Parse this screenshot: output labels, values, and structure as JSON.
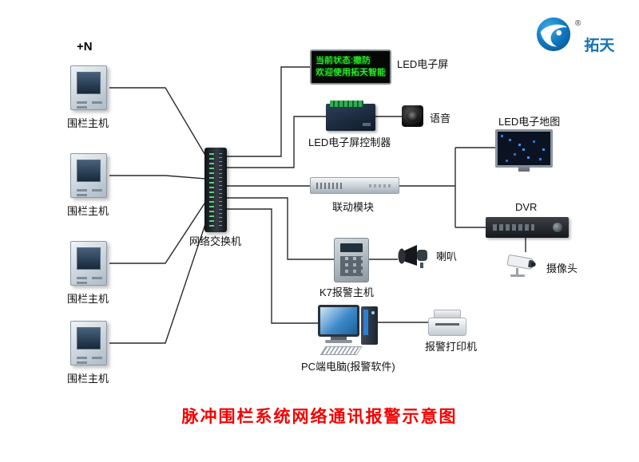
{
  "title": "脉冲围栏系统网络通讯报警示意图",
  "plus_n": "+N",
  "logo": {
    "brand": "拓天",
    "reg": "®"
  },
  "nodes": {
    "fence_hosts": [
      {
        "label": "围栏主机"
      },
      {
        "label": "围栏主机"
      },
      {
        "label": "围栏主机"
      },
      {
        "label": "围栏主机"
      }
    ],
    "switch": {
      "label": "网络交换机"
    },
    "led_screen": {
      "label": "LED电子屏",
      "line1": "当前状态:撤防",
      "line2": "欢迎使用拓天智能"
    },
    "led_controller": {
      "label": "LED电子屏控制器"
    },
    "voice": {
      "label": "语音"
    },
    "linkage": {
      "label": "联动模块"
    },
    "led_map": {
      "label": "LED电子地图"
    },
    "dvr": {
      "label": "DVR"
    },
    "camera": {
      "label": "摄像头"
    },
    "k7": {
      "label": "K7报警主机"
    },
    "horn": {
      "label": "喇叭"
    },
    "pc": {
      "label": "PC端电脑(报警软件)"
    },
    "printer": {
      "label": "报警打印机"
    }
  }
}
